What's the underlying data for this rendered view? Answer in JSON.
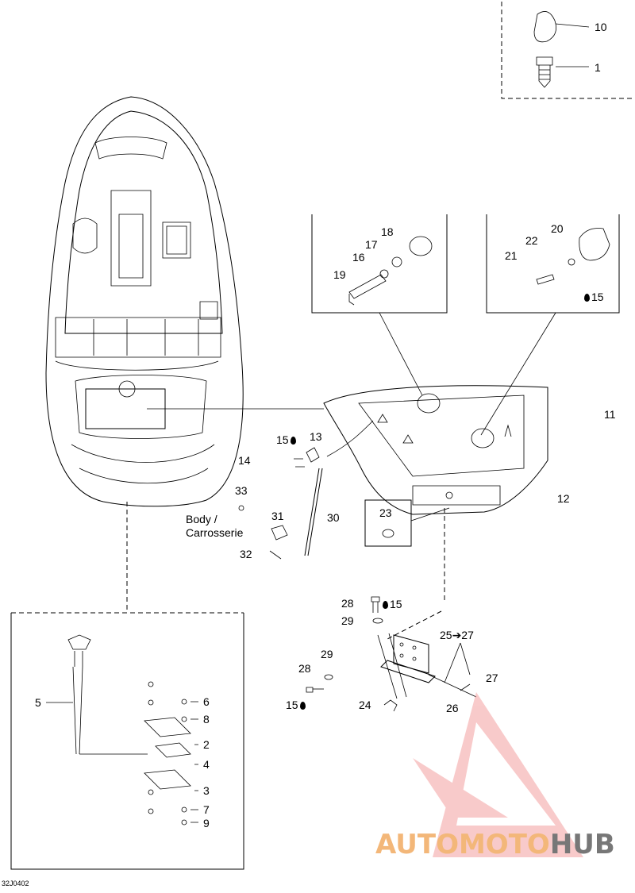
{
  "callouts": {
    "c10": "10",
    "c1": "1",
    "c18": "18",
    "c17": "17",
    "c16": "16",
    "c19": "19",
    "c20": "20",
    "c22": "22",
    "c21": "21",
    "c15a": "15",
    "c11": "11",
    "c15b": "15",
    "c13": "13",
    "c14": "14",
    "c12": "12",
    "c33": "33",
    "c31": "31",
    "c30": "30",
    "c23": "23",
    "c32": "32",
    "c28a": "28",
    "c15c": "15",
    "c29a": "29",
    "c25_27": "25➔27",
    "c28b": "28",
    "c29b": "29",
    "c27": "27",
    "c15d": "15",
    "c24": "24",
    "c26": "26",
    "c5": "5",
    "c6": "6",
    "c8": "8",
    "c2": "2",
    "c4": "4",
    "c3": "3",
    "c7": "7",
    "c9": "9"
  },
  "body_label": {
    "line1": "Body /",
    "line2": "Carrosserie"
  },
  "drawing_code": "32J0402",
  "watermark": {
    "part1": "AUTOMOTO",
    "part2": "HUB",
    "colors": {
      "triangle": "#f4a0a0",
      "text_main": "#f3b779",
      "text_hub": "#777777"
    }
  },
  "icons": [
    "adhesive-drop-icon"
  ]
}
